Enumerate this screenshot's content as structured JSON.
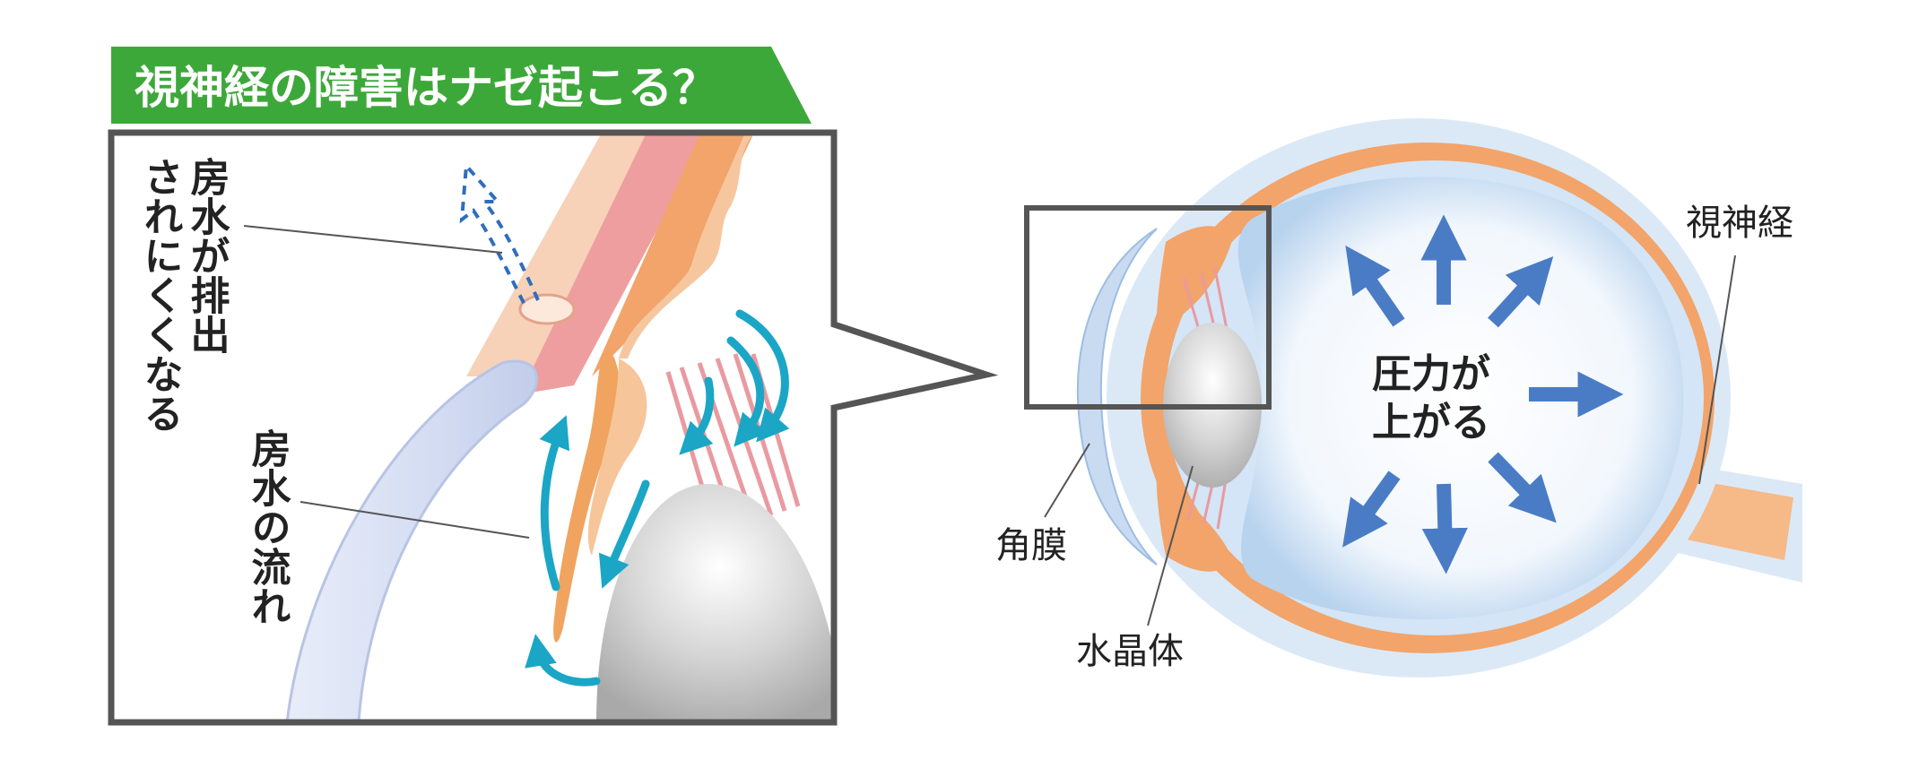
{
  "title": "視神経の障害はナゼ起こる？",
  "labels": {
    "drainage_blocked": "房水が排出されにくくなる",
    "drainage_line1": "房水が排出",
    "drainage_line2": "されにくくなる",
    "aqueous_flow": "房水の流れ",
    "optic_nerve": "視神経",
    "pressure_line1": "圧力が",
    "pressure_line2": "上がる",
    "cornea": "角膜",
    "lens": "水晶体"
  },
  "colors": {
    "title_bg": "#3da83a",
    "frame": "#555555",
    "sclera_orange": "#f2a46a",
    "outer_blue": "#dbe9f7",
    "vitreous_blue": "#bcd6ef",
    "cornea_blue": "#d9e2f5",
    "arrow_blue": "#4a7cc6",
    "flow_cyan": "#1ba6c6",
    "muscle_pink": "#e99aa0",
    "lens_gray": "#c9c9c9"
  }
}
